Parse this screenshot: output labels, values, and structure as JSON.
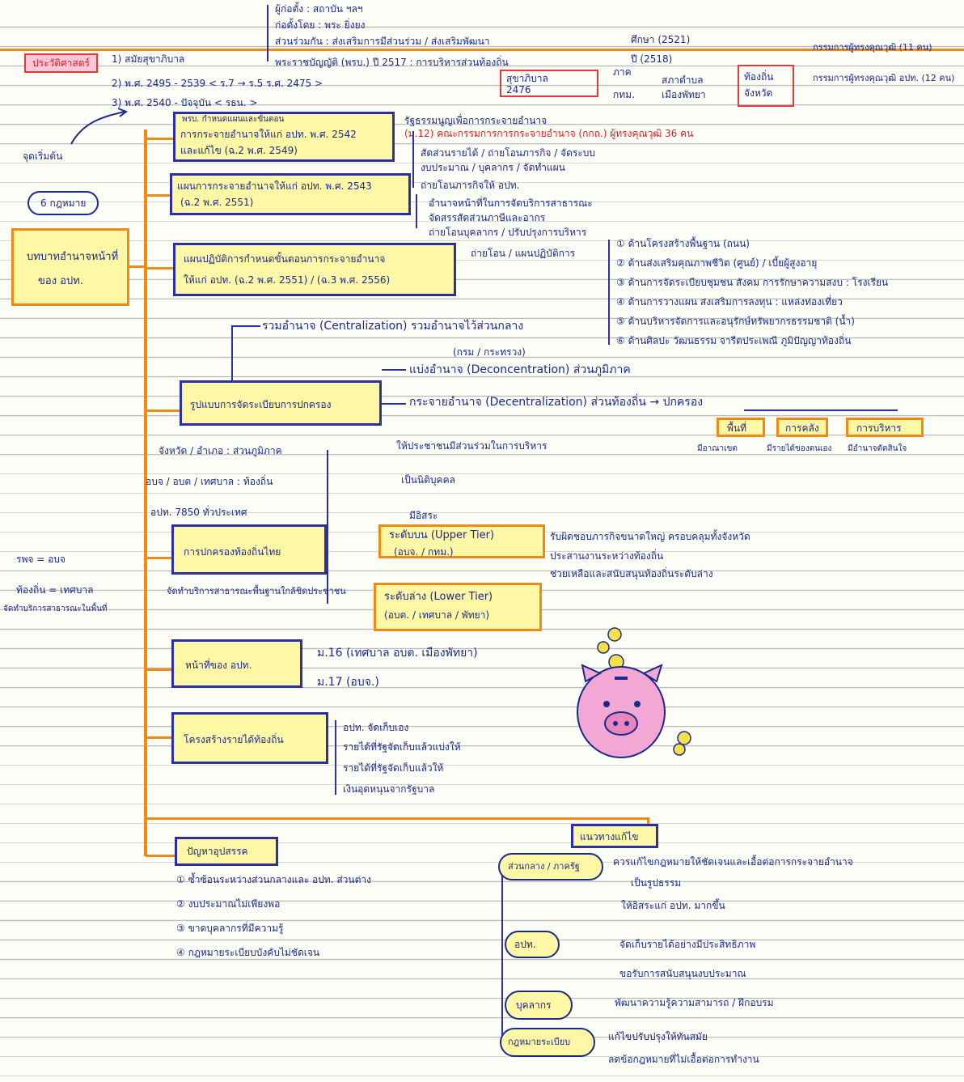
{
  "labels": {
    "left_side_tag": "จุดเริ่มต้น",
    "core_topic_line1": "บทบาทอำนาจหน้าที่",
    "core_topic_line2": "ของ อปท.",
    "law_tag": "6 กฎหมาย",
    "side_note_1": "รพจ = อบจ",
    "side_note_2": "ท้องถิ่น = เทศบาล",
    "side_note_3": "จัดทำบริการสาธารณะในพื้นที่"
  },
  "top": {
    "line1": "ผู้ก่อตั้ง : สถาบัน ฯลฯ",
    "line2": "ก่อตั้งโดย : พระ ยิ่งยง",
    "line3": "ส่วนร่วมกัน : ส่งเสริมการมีส่วนร่วม / ส่งเสริมพัฒนา",
    "line4": "พระราชบัญญัติ (พรบ.) ปี 2517 : การบริหารส่วนท้องถิ่น",
    "year1": "ศึกษา (2521)",
    "year2": "ปี (2518)",
    "right_note1": "กรรมการผู้ทรงคุณวุฒิ (11 คน)",
    "right_note2": "กรรมการผู้ทรงคุณวุฒิ อปท. (12 คน)"
  },
  "history": {
    "label": "ประวัติศาสตร์",
    "item1": "1) สมัยสุขาภิบาล",
    "item2": "2) พ.ศ. 2495 - 2539 < ร.7 → ร.5 ร.ศ. 2475 >",
    "item3": "3) พ.ศ. 2540 - ปัจจุบัน < รธน. >",
    "item2_box": "สุขาภิบาล",
    "item2_box_year": "2476",
    "item2_mid_a": "ภาค",
    "item2_mid_b": "กทม.",
    "item2_right_a": "สภาตำบล",
    "item2_right_b": "เมืองพัทยา",
    "item2_end_a": "ท้องถิ่น",
    "item2_end_b": "จังหวัด",
    "item3_note": "รัฐธรรมนูญเพื่อการกระจายอำนาจ"
  },
  "boxes": {
    "b1_top": "พรบ. กำหนดแผนและขั้นตอน",
    "b1_line1": "การกระจายอำนาจให้แก่ อปท. พ.ศ. 2542",
    "b1_line2": "และแก้ไข (ฉ.2 พ.ศ. 2549)",
    "b2_line1": "แผนการกระจายอำนาจให้แก่ อปท. พ.ศ. 2543",
    "b2_line2": "(ฉ.2 พ.ศ. 2551)",
    "b3_line1": "แผนปฏิบัติการกำหนดขั้นตอนการกระจายอำนาจ",
    "b3_line2": "ให้แก่ อปท. (ฉ.2 พ.ศ. 2551) / (ฉ.3 พ.ศ. 2556)",
    "b4": "รูปแบบการจัดระเบียบการปกครอง",
    "b5": "การปกครองท้องถิ่นไทย",
    "b6": "หน้าที่ของ อปท.",
    "b7": "โครงสร้างรายได้ท้องถิ่น",
    "b8": "ปัญหาอุปสรรค",
    "b9": "แนวทางแก้ไข"
  },
  "b1_notes": {
    "n1": "(ม.12) คณะกรรมการการกระจายอำนาจ (กกถ.) ผู้ทรงคุณวุฒิ 36 คน",
    "n2": "สัดส่วนรายได้ / ถ่ายโอนภารกิจ / จัดระบบ",
    "n3": "งบประมาณ / บุคลากร / จัดทำแผน",
    "n4": "ถ่ายโอนภารกิจให้ อปท."
  },
  "b2_notes": {
    "n1": "อำนาจหน้าที่ในการจัดบริการสาธารณะ",
    "n2": "จัดสรรสัดส่วนภาษีและอากร",
    "n3": "ถ่ายโอนบุคลากร / ปรับปรุงการบริหาร"
  },
  "b3_notes": {
    "lead": "ถ่ายโอน / แผนปฏิบัติการ",
    "n1": "① ด้านโครงสร้างพื้นฐาน (ถนน)",
    "n2": "② ด้านส่งเสริมคุณภาพชีวิต (ศูนย์) / เบี้ยผู้สูงอายุ",
    "n3": "③ ด้านการจัดระเบียบชุมชน สังคม การรักษาความสงบ : โรงเรียน",
    "n4": "④ ด้านการวางแผน ส่งเสริมการลงทุน : แหล่งท่องเที่ยว",
    "n5": "⑤ ด้านบริหารจัดการและอนุรักษ์ทรัพยากรธรรมชาติ (น้ำ)",
    "n6": "⑥ ด้านศิลปะ วัฒนธรรม จารีตประเพณี ภูมิปัญญาท้องถิ่น"
  },
  "admin": {
    "central": "รวมอำนาจ (Centralization) รวมอำนาจไว้ส่วนกลาง",
    "central_sub": "(กรม / กระทรวง)",
    "deconc": "แบ่งอำนาจ (Deconcentration) ส่วนภูมิภาค",
    "decen": "กระจายอำนาจ (Decentralization) ส่วนท้องถิ่น → ปกครอง",
    "arrow1": "ให้ประชาชนมีส่วนร่วมในการบริหาร",
    "arrow2": "เป็นนิติบุคคล",
    "arrow3": "มีอิสระ",
    "tag1": "พื้นที่",
    "tag2": "การคลัง",
    "tag3": "การบริหาร",
    "tag1_sub": "มีอาณาเขต",
    "tag2_sub": "มีรายได้ของตนเอง",
    "tag3_sub": "มีอำนาจตัดสินใจ"
  },
  "local": {
    "row1": "จังหวัด / อำเภอ : ส่วนภูมิภาค",
    "row2": "อบจ / อบต / เทศบาล : ท้องถิ่น",
    "row3": "อปท. 7850 ทั่วประเทศ",
    "upper": "ระดับบน (Upper Tier)",
    "upper_sub": "(อบจ. / กทม.)",
    "lower": "ระดับล่าง (Lower Tier)",
    "lower_sub": "(อบต. / เทศบาล / พัทยา)",
    "upper_n1": "รับผิดชอบภารกิจขนาดใหญ่ ครอบคลุมทั้งจังหวัด",
    "upper_n2": "ประสานงานระหว่างท้องถิ่น",
    "upper_n3": "ช่วยเหลือและสนับสนุนท้องถิ่นระดับล่าง",
    "lower_note": "จัดทำบริการสาธารณะพื้นฐานใกล้ชิดประชาชน"
  },
  "duties": {
    "d1": "ม.16 (เทศบาล อบต. เมืองพัทยา)",
    "d2": "ม.17 (อบจ.)"
  },
  "revenue": {
    "r1": "อปท. จัดเก็บเอง",
    "r2": "รายได้ที่รัฐจัดเก็บแล้วแบ่งให้",
    "r3": "รายได้ที่รัฐจัดเก็บแล้วให้",
    "r4": "เงินอุดหนุนจากรัฐบาล"
  },
  "problems": {
    "p1": "① ซ้ำซ้อนระหว่างส่วนกลางและ อปท. ส่วนต่าง",
    "p2": "② งบประมาณไม่เพียงพอ",
    "p3": "③ ขาดบุคลากรที่มีความรู้",
    "p4": "④ กฎหมายระเบียบบังคับไม่ชัดเจน"
  },
  "solutions": {
    "s1": "ส่วนกลาง / ภาครัฐ",
    "s1_n1": "ควรแก้ไขกฎหมายให้ชัดเจนและเอื้อต่อการกระจายอำนาจ",
    "s1_n2": "เป็นรูปธรรม",
    "s1_n3": "ให้อิสระแก่ อปท. มากขึ้น",
    "s2": "อปท.",
    "s2_n1": "จัดเก็บรายได้อย่างมีประสิทธิภาพ",
    "s2_n2": "ขอรับการสนับสนุนงบประมาณ",
    "s3": "บุคลากร",
    "s3_n1": "พัฒนาความรู้ความสามารถ / ฝึกอบรม",
    "s4": "กฎหมายระเบียบ",
    "s4_n1": "แก้ไขปรับปรุงให้ทันสมัย",
    "s4_n2": "ลดข้อกฎหมายที่ไม่เอื้อต่อการทำงาน"
  },
  "colors": {
    "ink": "#1a2a8a",
    "accent_orange": "#f08a16",
    "highlight": "#fdf7a6",
    "pink": "#f2a7d4",
    "red": "#d82020"
  },
  "icons": {
    "piggy": "piggy-bank-icon",
    "coin": "coin-icon"
  }
}
